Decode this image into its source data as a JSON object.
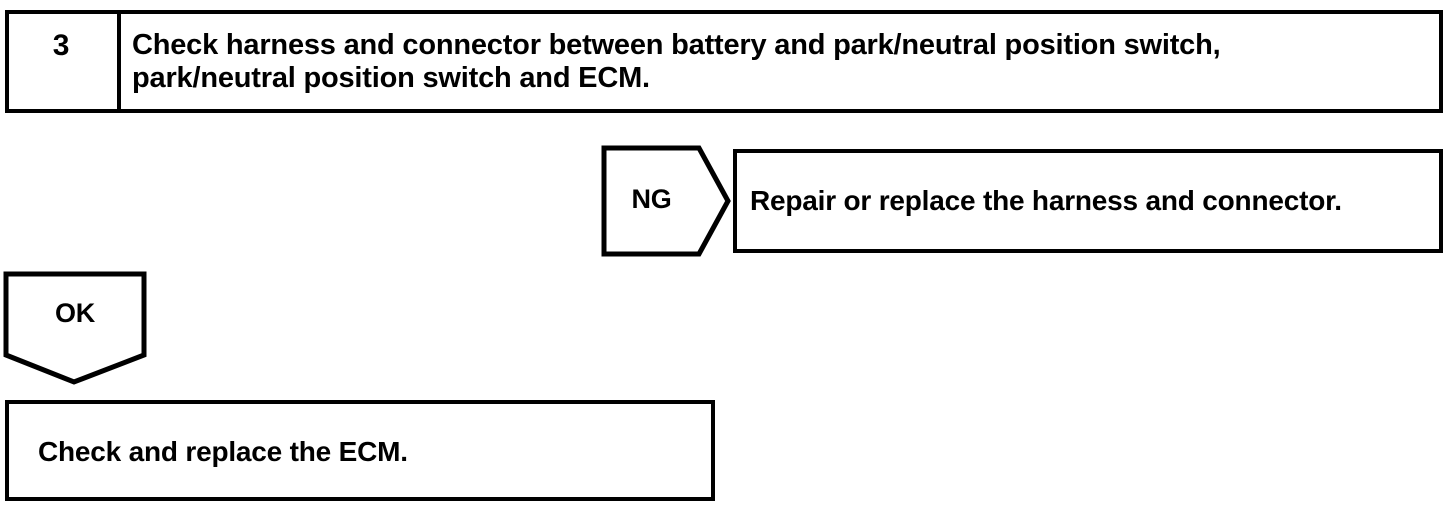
{
  "diagram": {
    "type": "troubleshooting-flowchart",
    "step": {
      "number": "3",
      "text_line1": "Check harness and connector between battery and park/neutral position switch,",
      "text_line2": "park/neutral position switch and ECM."
    },
    "branches": [
      {
        "flag": "NG",
        "flag_direction": "right",
        "result": "Repair or replace the harness and connector."
      },
      {
        "flag": "OK",
        "flag_direction": "down",
        "result": "Check and replace the ECM."
      }
    ],
    "colors": {
      "line": "#000000",
      "fill": "#ffffff"
    }
  }
}
